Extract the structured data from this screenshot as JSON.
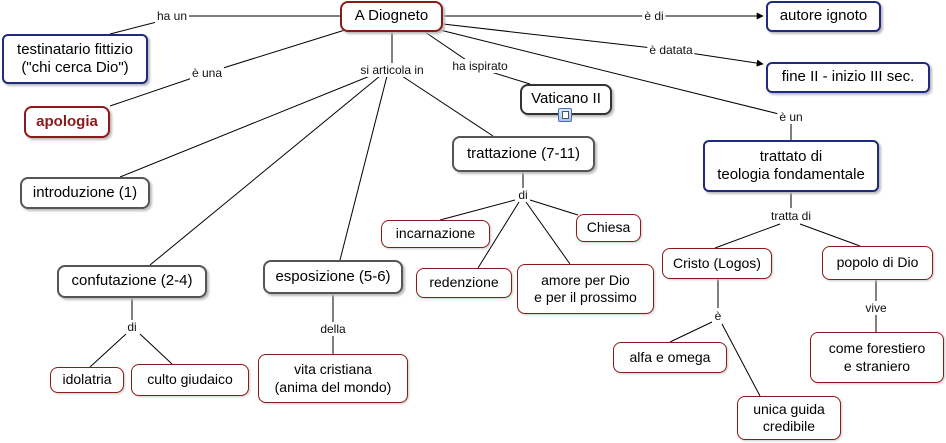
{
  "concepts": {
    "a_diogneto": "A Diogneto",
    "testinatario": "testinatario fittizio\n(\"chi cerca Dio\")",
    "apologia": "apologia",
    "vaticano_ii": "Vaticano II",
    "autore_ignoto": "autore ignoto",
    "datazione": "fine II - inizio III sec.",
    "introduzione": "introduzione (1)",
    "trattazione": "trattazione (7-11)",
    "trattato": "trattato di\nteologia fondamentale",
    "incarnazione": "incarnazione",
    "chiesa": "Chiesa",
    "redenzione": "redenzione",
    "amore": "amore per Dio\ne per il prossimo",
    "cristo": "Cristo (Logos)",
    "popolo": "popolo di Dio",
    "confutazione": "confutazione (2-4)",
    "esposizione": "esposizione (5-6)",
    "idolatria": "idolatria",
    "culto": "culto giudaico",
    "vita": "vita cristiana\n(anima del mondo)",
    "alfa": "alfa e omega",
    "forestiero": "come forestiero\ne straniero",
    "guida": "unica guida\ncredibile"
  },
  "link_labels": {
    "ha_un": "ha un",
    "e_di": "è di",
    "e_datata": "è datata",
    "e_una": "è una",
    "si_articola_in": "si articola in",
    "ha_ispirato": "ha ispirato",
    "e_un": "è un",
    "di_trattazione": "di",
    "tratta_di": "tratta di",
    "di_confutazione": "di",
    "della": "della",
    "e_cristo": "è",
    "vive": "vive"
  },
  "icons": {
    "vaticano_ii_attachment": "document-icon"
  }
}
